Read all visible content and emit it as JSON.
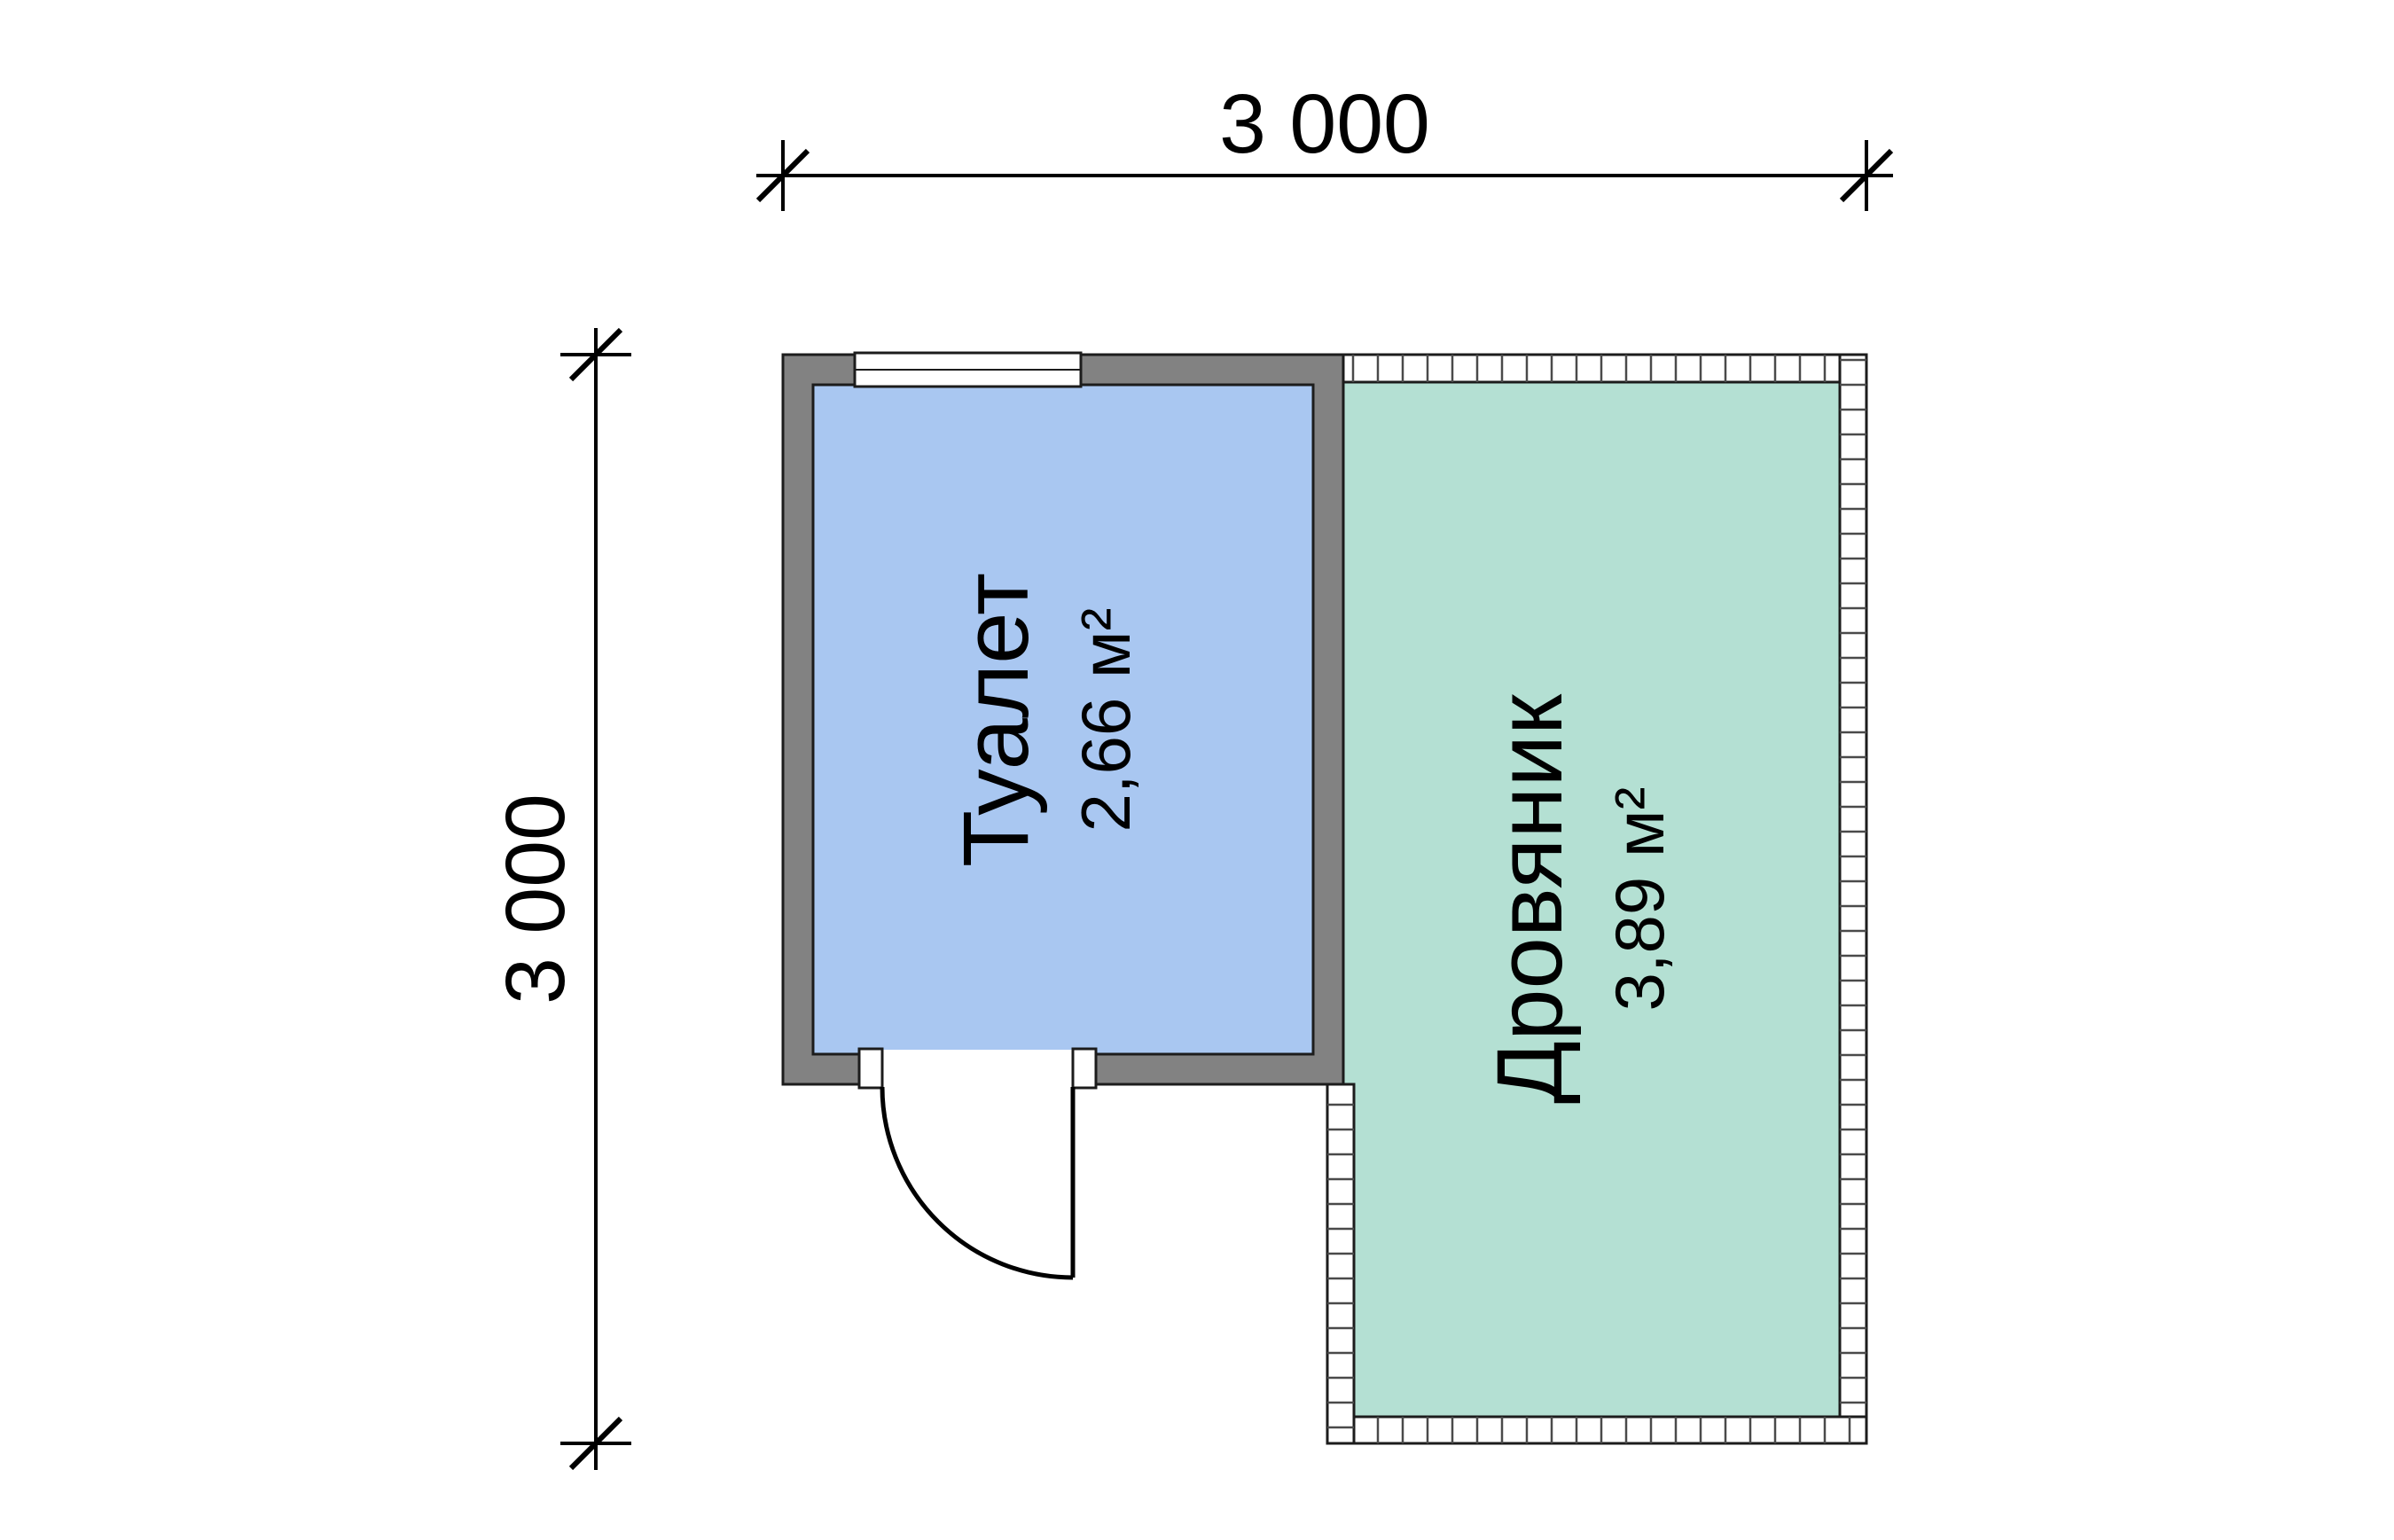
{
  "plan": {
    "type": "floor-plan",
    "dimension_top": "3 000",
    "dimension_left": "3 000",
    "rooms": {
      "toilet": {
        "name": "Туалет",
        "area": "2,66 м²"
      },
      "woodshed": {
        "name": "Дровяник",
        "area": "3,89 м²"
      }
    },
    "colors": {
      "wall": "#828282",
      "outline": "#1c1c1c",
      "toilet_fill": "#a9c7f1",
      "woodshed_fill": "#b4e0d3",
      "tick": "#4a4a4a",
      "line": "#000000"
    }
  }
}
